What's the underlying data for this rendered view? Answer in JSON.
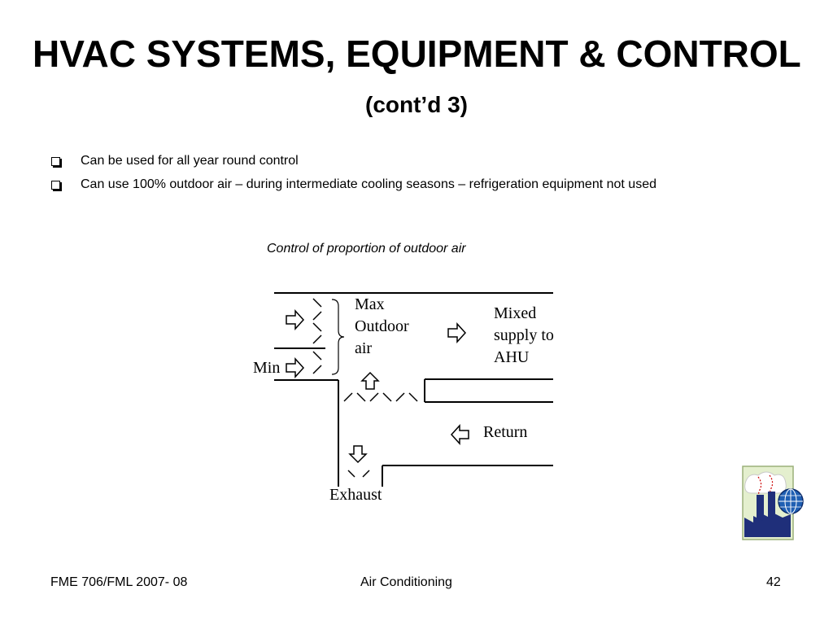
{
  "slide": {
    "title_main": "HVAC SYSTEMS, EQUIPMENT & CONTROL",
    "title_sub": "(cont’d 3)",
    "bullets": [
      "Can be used for all year round control",
      "Can use 100% outdoor air – during intermediate cooling seasons – refrigeration equipment not used"
    ],
    "caption": "Control of proportion of outdoor air"
  },
  "diagram": {
    "max_label_1": "Max",
    "max_label_2": "Outdoor",
    "max_label_3": "air",
    "mixed_label_1": "Mixed",
    "mixed_label_2": "supply to",
    "mixed_label_3": "AHU",
    "min_label": "Min",
    "return_label": "Return",
    "exhaust_label": "Exhaust"
  },
  "footer": {
    "left": "FME 706/FML 2007- 08",
    "center": "Air Conditioning",
    "right": "42"
  },
  "icons": [
    "bullet-box-icon",
    "arrow-icon",
    "factory-globe-logo-icon"
  ]
}
